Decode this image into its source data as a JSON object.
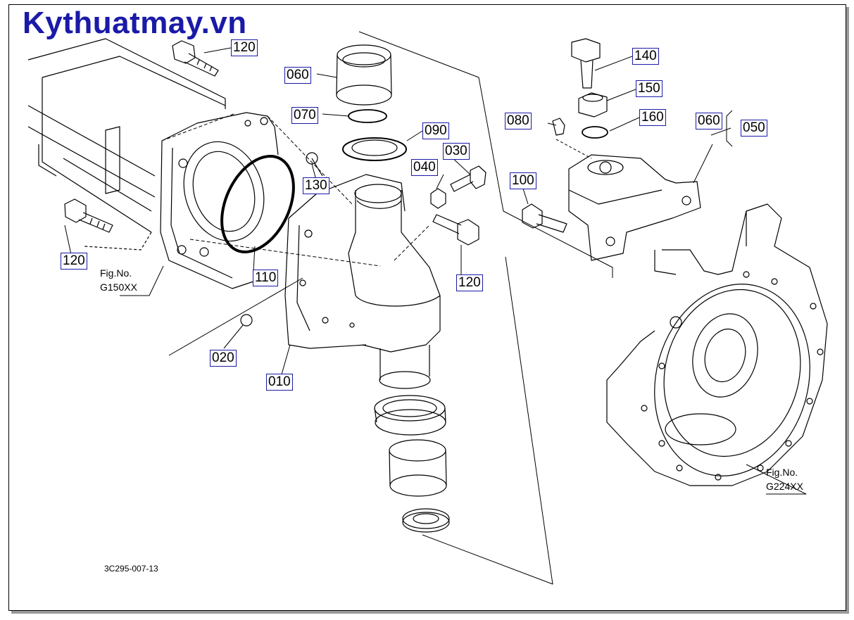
{
  "watermark": "Kythuatmay.vn",
  "labels": {
    "p120a": "120",
    "p060a": "060",
    "p070": "070",
    "p090": "090",
    "p030": "030",
    "p040": "040",
    "p130": "130",
    "p120b": "120",
    "p120c": "120",
    "p110": "110",
    "p020": "020",
    "p010": "010",
    "p080": "080",
    "p100": "100",
    "p140": "140",
    "p150": "150",
    "p160": "160",
    "p060b": "060",
    "p050": "050"
  },
  "refs": {
    "left_line1": "Fig.No.",
    "left_line2": "G150XX",
    "right_line1": "Fig.No.",
    "right_line2": "G224XX"
  },
  "doc_id": "3C295-007-13",
  "colors": {
    "brand": "#1a1aa8",
    "label_border": "#1a1aa8",
    "line": "#000000"
  }
}
